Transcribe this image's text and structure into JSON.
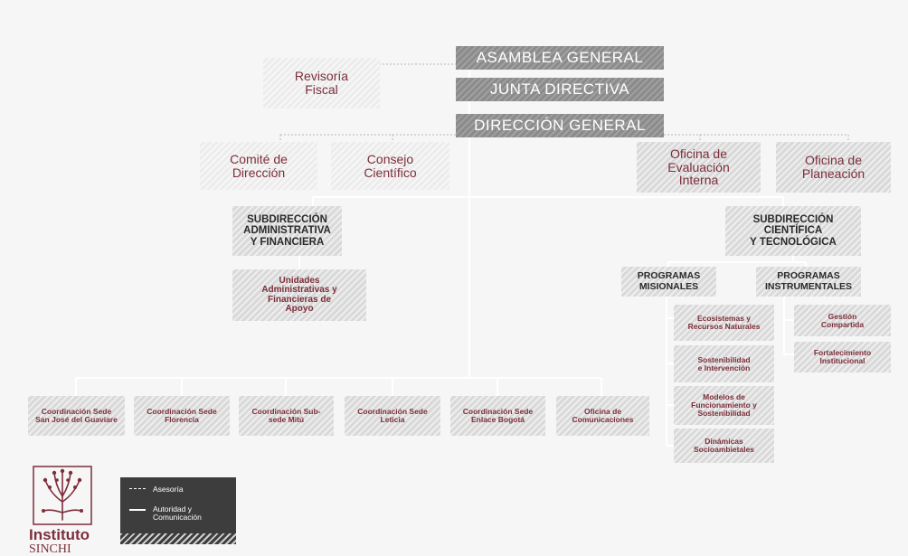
{
  "top": {
    "asamblea": "ASAMBLEA GENERAL",
    "junta": "JUNTA DIRECTIVA",
    "direccion": "DIRECCIÓN GENERAL",
    "revisoria": "Revisoría\nFiscal"
  },
  "advisory": {
    "comite": "Comité de\nDirección",
    "consejo": "Consejo\nCientífico",
    "oficina_evaluacion": "Oficina de\nEvaluación\nInterna",
    "oficina_planeacion": "Oficina de\nPlaneación"
  },
  "subdirecciones": {
    "administrativa": "SUBDIRECCIÓN\nADMINISTRATIVA\nY FINANCIERA",
    "unidades": "Unidades\nAdministrativas y\nFinancieras de\nApoyo",
    "cientifica": "SUBDIRECCIÓN\nCIENTÍFICA\nY TECNOLÓGICA"
  },
  "programas": {
    "misionales": "PROGRAMAS\nMISIONALES",
    "instrumentales": "PROGRAMAS\nINSTRUMENTALES",
    "misionales_items": [
      "Ecosistemas y\nRecursos Naturales",
      "Sostenibilidad\ne Intervención",
      "Modelos de\nFuncionamiento y\nSostenibilidad",
      "Dinámicas\nSocioambietales"
    ],
    "instrumentales_items": [
      "Gestión\nCompartida",
      "Fortalecimiento\nInstitucional"
    ]
  },
  "coordinaciones": [
    "Coordinación Sede\nSan José del Guaviare",
    "Coordinación Sede\nFlorencia",
    "Coordinación Sub-\nsede Mitú",
    "Coordinación Sede\nLeticia",
    "Coordinación Sede\nEnlace Bogotá",
    "Oficina de\nComunicaciones"
  ],
  "legend": {
    "asesoria": "Asesoría",
    "autoridad": "Autoridad y\nComunicación"
  },
  "logo": {
    "name": "Instituto",
    "sub": "SINCHI"
  },
  "colors": {
    "brand": "#7c2e3a",
    "dark_box": "#8b8b8b",
    "mid_box": "#d9d9d9",
    "light_box": "#ececec",
    "legend_bg": "#3d3d3d"
  }
}
